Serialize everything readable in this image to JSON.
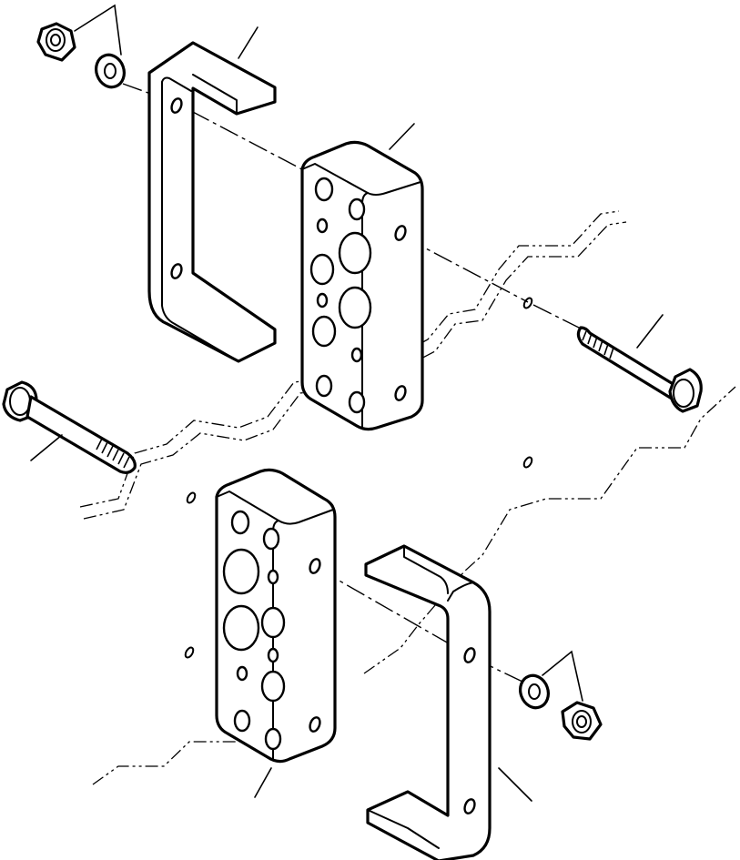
{
  "drawing": {
    "type": "exploded-view parts diagram",
    "line_color": "#000000",
    "background_color": "#ffffff",
    "parts": [
      {
        "id": "upper-bracket",
        "icon": "c-channel-bracket"
      },
      {
        "id": "upper-valve-block",
        "icon": "rectangular-manifold-block"
      },
      {
        "id": "lower-valve-block",
        "icon": "rectangular-manifold-block"
      },
      {
        "id": "lower-bracket",
        "icon": "c-channel-bracket"
      },
      {
        "id": "left-bolt",
        "icon": "hex-bolt"
      },
      {
        "id": "right-bolt",
        "icon": "hex-bolt"
      },
      {
        "id": "upper-nut",
        "icon": "hex-nut"
      },
      {
        "id": "upper-lock-washer",
        "icon": "lock-washer"
      },
      {
        "id": "lower-nut",
        "icon": "hex-nut"
      },
      {
        "id": "lower-lock-washer",
        "icon": "lock-washer"
      }
    ],
    "labels": []
  }
}
